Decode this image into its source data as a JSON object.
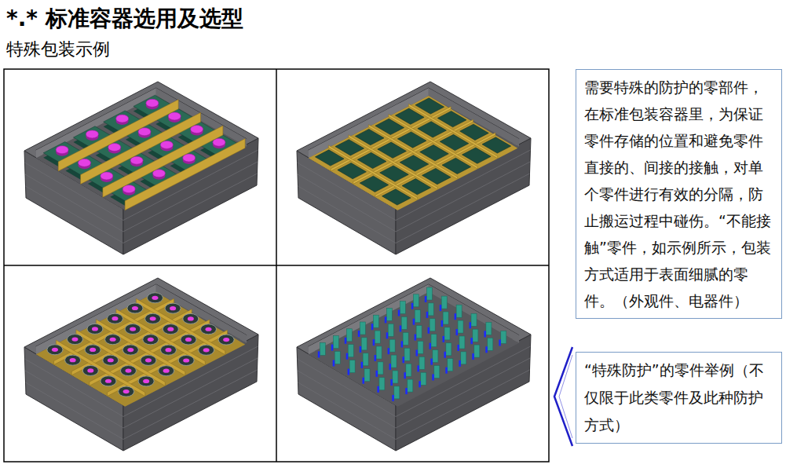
{
  "diagram": {
    "title": "*.* 标准容器选用及选型",
    "nodes": [
      {
        "text": [
          "需要特殊的防护的零部件，在标准包装容器里，为保证零件存储的位置和避免零件直接的、间接的接触，对单个零件进行有效的分隔，防止搬运过程中碰伤。“不能接触”零件，如示例所示，包装方式适用于表面细腻的零件。（外观件、电器件）"
        ]
      },
      {
        "text": [
          "“特殊防护”的零件举例（不仅限于此类零件及此种防护方式）"
        ]
      }
    ],
    "labels": [
      "特殊包装示例"
    ]
  }
}
